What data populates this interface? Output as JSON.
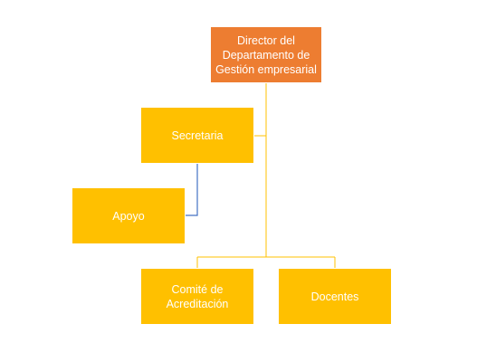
{
  "colors": {
    "root_fill": "#ED7D31",
    "node_fill": "#FFC000",
    "connector": "#FFC000",
    "assistant_connector": "#4472C4"
  },
  "nodes": {
    "director": "Director del\nDepartamento de\nGestión empresarial",
    "secretaria": "Secretaria",
    "apoyo": "Apoyo",
    "comite": "Comité de\nAcreditación",
    "docentes": "Docentes"
  }
}
